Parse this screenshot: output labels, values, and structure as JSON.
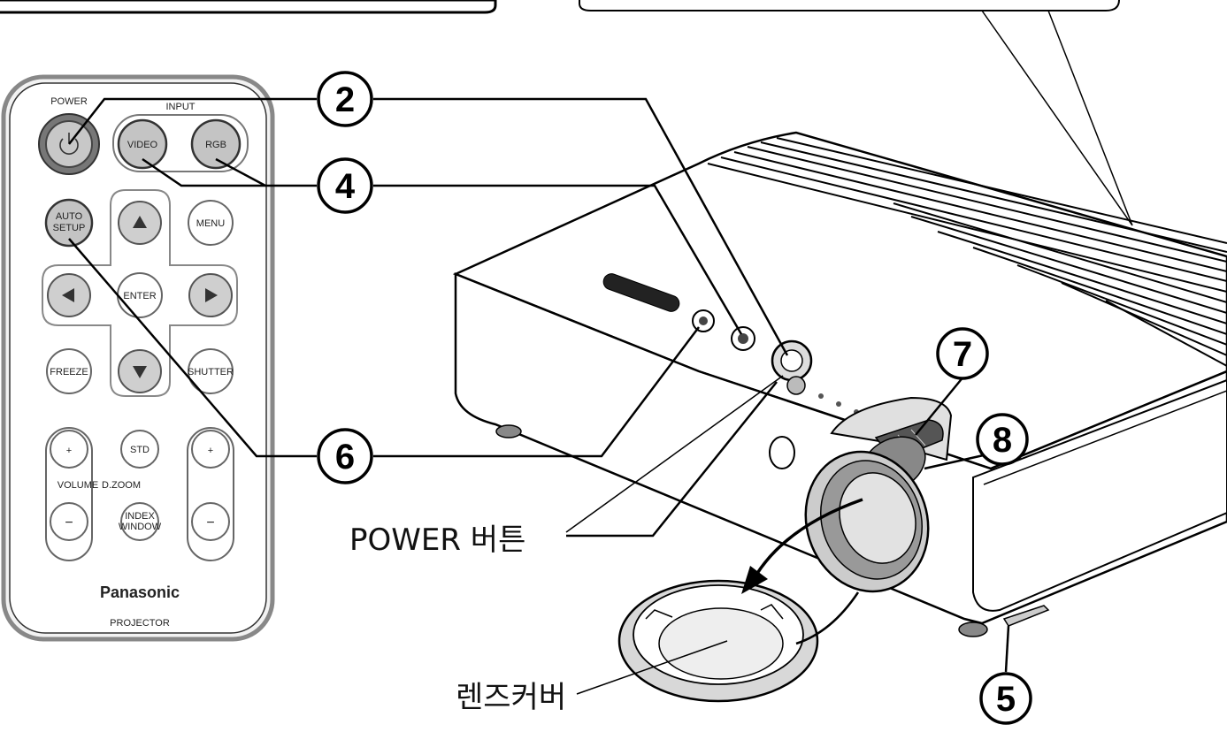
{
  "remote": {
    "power_label": "POWER",
    "input_label": "INPUT",
    "video_label": "VIDEO",
    "rgb_label": "RGB",
    "auto_setup_line1": "AUTO",
    "auto_setup_line2": "SETUP",
    "menu_label": "MENU",
    "enter_label": "ENTER",
    "freeze_label": "FREEZE",
    "shutter_label": "SHUTTER",
    "std_label": "STD",
    "plus_label": "+",
    "minus_label": "−",
    "volume_label": "VOLUME",
    "dzoom_label": "D.ZOOM",
    "index_line1": "INDEX",
    "index_line2": "WINDOW",
    "brand": "Panasonic",
    "model": "PROJECTOR"
  },
  "callouts": {
    "c2": "2",
    "c4": "4",
    "c5": "5",
    "c6": "6",
    "c7": "7",
    "c8": "8"
  },
  "labels": {
    "power_button": "POWER 버튼",
    "lens_cover": "렌즈커버"
  },
  "colors": {
    "line": "#000000",
    "button_fill": "#cfcfcf",
    "power_fill": "#b5b5b5"
  }
}
